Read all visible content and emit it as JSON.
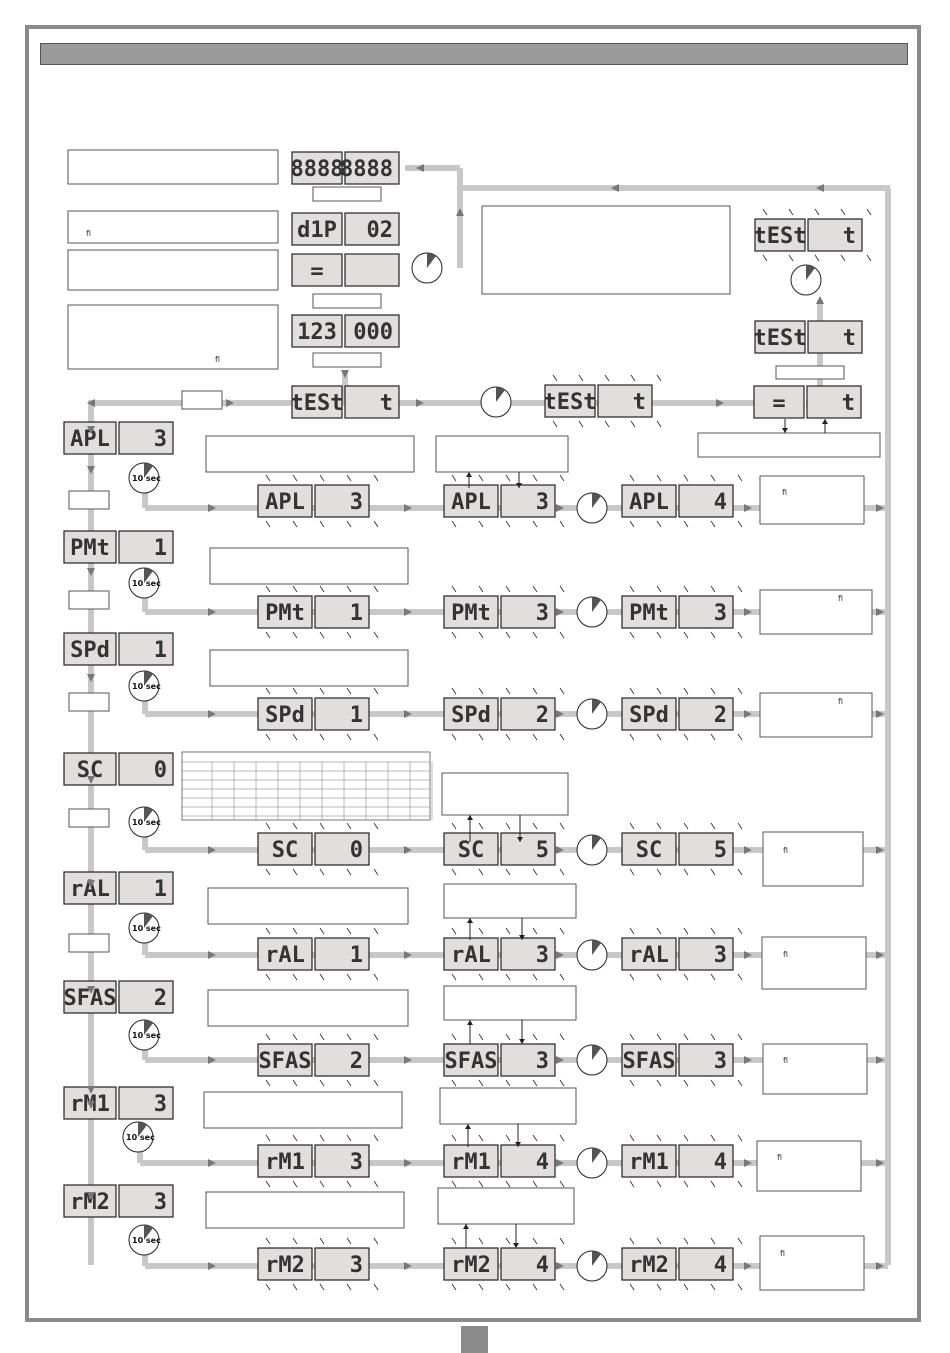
{
  "colors": {
    "frame": "#8a8a8a",
    "header": "#9b9b9b",
    "flow": "#c8c8c8",
    "lcd": "#e2dede",
    "text": "#222222"
  },
  "timer": {
    "label": "10 sec"
  },
  "glyphs": {
    "fi": "fi"
  },
  "top": {
    "display1": [
      "8888",
      "8888"
    ],
    "display2": [
      "d1P",
      "02"
    ],
    "display3": [
      "=",
      ""
    ],
    "display4": [
      "123000",
      ""
    ]
  },
  "menu_steps": [
    {
      "code": "APL",
      "value": "3",
      "new_value": "3",
      "set_value": "4"
    },
    {
      "code": "PMt",
      "value": "1",
      "new_value": "3",
      "set_value": "3"
    },
    {
      "code": "SPd",
      "value": "1",
      "new_value": "2",
      "set_value": "2"
    },
    {
      "code": "SC",
      "value": "0",
      "new_value": "5",
      "set_value": "5"
    },
    {
      "code": "rAL",
      "value": "1",
      "new_value": "3",
      "set_value": "3"
    },
    {
      "code": "SFAS",
      "value": "2",
      "new_value": "3",
      "set_value": "3"
    },
    {
      "code": "rM1",
      "value": "3",
      "new_value": "4",
      "set_value": "4"
    },
    {
      "code": "rM2",
      "value": "3",
      "new_value": "4",
      "set_value": "4"
    }
  ],
  "test": {
    "code": "tESt",
    "value": "t"
  }
}
